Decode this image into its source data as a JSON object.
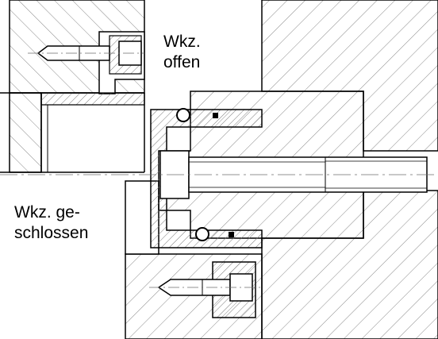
{
  "drawing": {
    "colors": {
      "line": "#000000",
      "hatch": "#8a8a8a",
      "background": "#ffffff",
      "centerline": "#6e6e6e"
    }
  },
  "labels": {
    "open_line1": "Wkz.",
    "open_line2": "offen",
    "closed_line1": "Wkz. ge-",
    "closed_line2": "schlossen"
  }
}
